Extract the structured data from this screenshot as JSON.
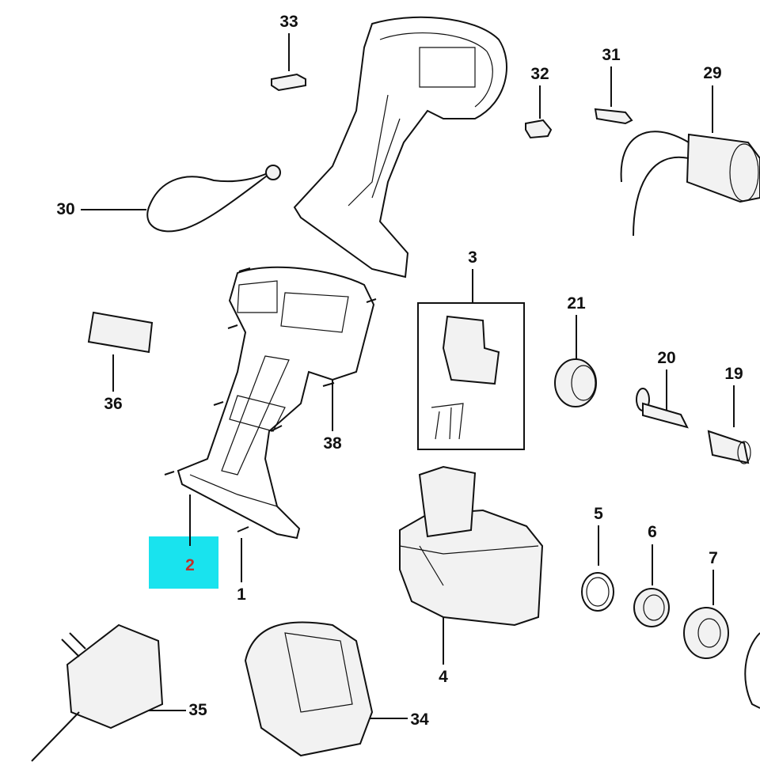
{
  "diagram": {
    "highlight_color": "#19e3ee",
    "highlight_label_color": "#c0302a",
    "highlighted_part": "2",
    "labels": {
      "p1": "1",
      "p2": "2",
      "p3": "3",
      "p4": "4",
      "p5": "5",
      "p6": "6",
      "p7": "7",
      "p19": "19",
      "p20": "20",
      "p21": "21",
      "p29": "29",
      "p30": "30",
      "p31": "31",
      "p32": "32",
      "p33": "33",
      "p34": "34",
      "p35": "35",
      "p36": "36",
      "p38": "38"
    }
  }
}
